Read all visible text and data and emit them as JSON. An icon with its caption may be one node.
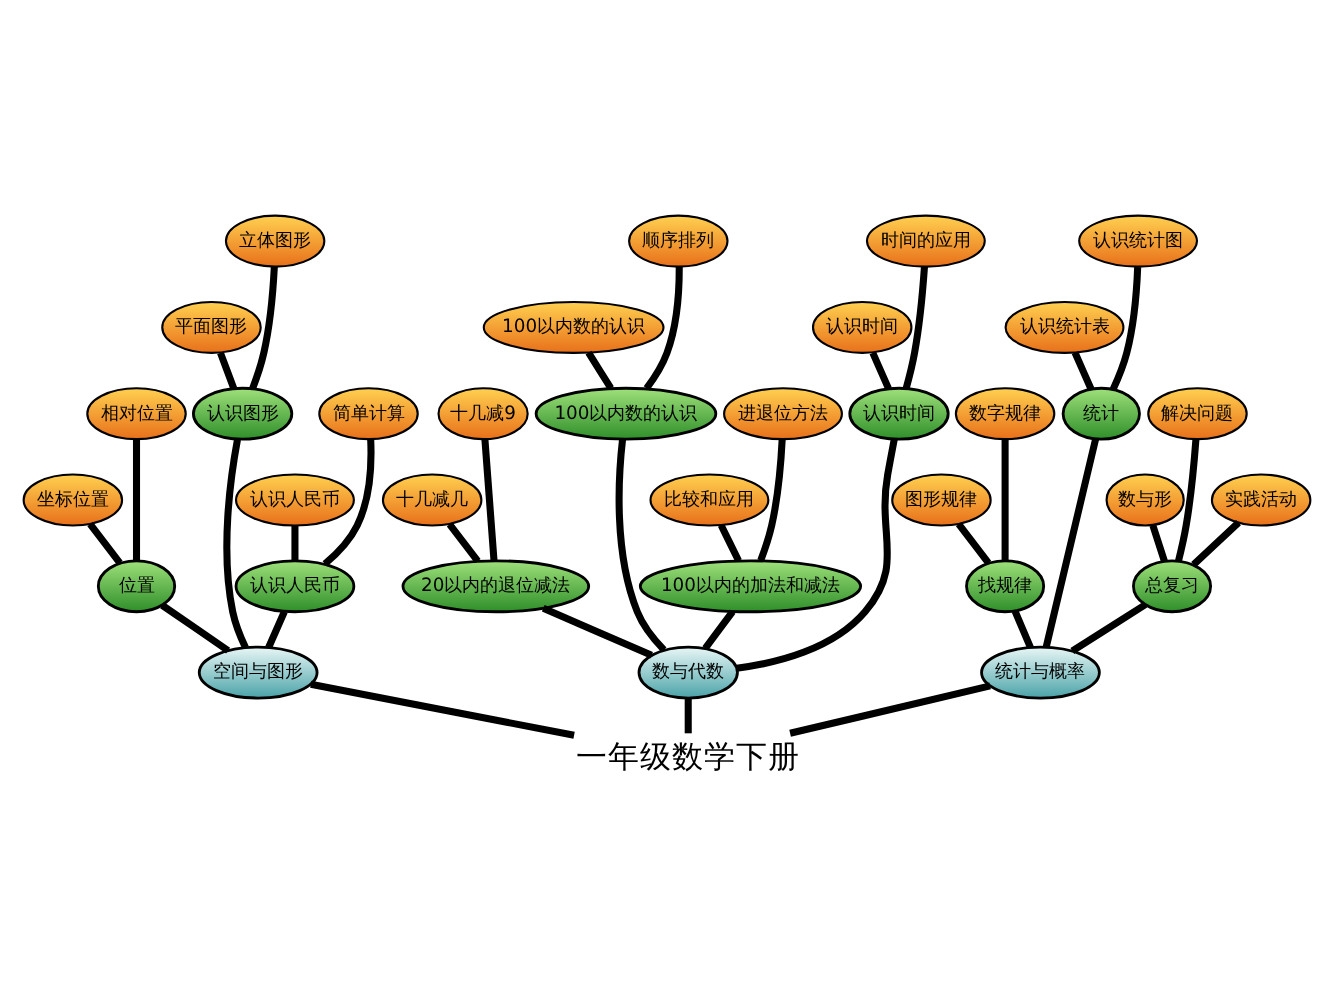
{
  "diagram": {
    "nodes": [
      {
        "text": [
          "一年级数学下册"
        ]
      },
      {
        "text": [
          "空间与图形"
        ]
      },
      {
        "text": [
          "数与代数"
        ]
      },
      {
        "text": [
          "统计与概率"
        ]
      },
      {
        "text": [
          "位置"
        ]
      },
      {
        "text": [
          "认识图形"
        ]
      },
      {
        "text": [
          "认识人民币"
        ]
      },
      {
        "text": [
          "坐标位置"
        ]
      },
      {
        "text": [
          "相对位置"
        ]
      },
      {
        "text": [
          "平面图形"
        ]
      },
      {
        "text": [
          "立体图形"
        ]
      },
      {
        "text": [
          "认识人民币"
        ]
      },
      {
        "text": [
          "简单计算"
        ]
      },
      {
        "text": [
          "20以内的退位减法"
        ]
      },
      {
        "text": [
          "100以内数的认识"
        ]
      },
      {
        "text": [
          "100以内的加法和减法"
        ]
      },
      {
        "text": [
          "认识时间"
        ]
      },
      {
        "text": [
          "十几减几"
        ]
      },
      {
        "text": [
          "十几减9"
        ]
      },
      {
        "text": [
          "100以内数的认识"
        ]
      },
      {
        "text": [
          "顺序排列"
        ]
      },
      {
        "text": [
          "比较和应用"
        ]
      },
      {
        "text": [
          "进退位方法"
        ]
      },
      {
        "text": [
          "认识时间"
        ]
      },
      {
        "text": [
          "时间的应用"
        ]
      },
      {
        "text": [
          "找规律"
        ]
      },
      {
        "text": [
          "统计"
        ]
      },
      {
        "text": [
          "总复习"
        ]
      },
      {
        "text": [
          "图形规律"
        ]
      },
      {
        "text": [
          "数字规律"
        ]
      },
      {
        "text": [
          "认识统计表"
        ]
      },
      {
        "text": [
          "认识统计图"
        ]
      },
      {
        "text": [
          "数与形"
        ]
      },
      {
        "text": [
          "解决问题"
        ]
      },
      {
        "text": [
          "实践活动"
        ]
      }
    ],
    "edges": [
      {
        "from": 0,
        "to": 1,
        "arrow": "none"
      },
      {
        "from": 0,
        "to": 2,
        "arrow": "none"
      },
      {
        "from": 0,
        "to": 3,
        "arrow": "none"
      },
      {
        "from": 1,
        "to": 4,
        "arrow": "none"
      },
      {
        "from": 1,
        "to": 5,
        "arrow": "none"
      },
      {
        "from": 1,
        "to": 6,
        "arrow": "none"
      },
      {
        "from": 4,
        "to": 7,
        "arrow": "none"
      },
      {
        "from": 4,
        "to": 8,
        "arrow": "none"
      },
      {
        "from": 5,
        "to": 9,
        "arrow": "none"
      },
      {
        "from": 5,
        "to": 10,
        "arrow": "none"
      },
      {
        "from": 6,
        "to": 11,
        "arrow": "none"
      },
      {
        "from": 6,
        "to": 12,
        "arrow": "none"
      },
      {
        "from": 2,
        "to": 13,
        "arrow": "none"
      },
      {
        "from": 2,
        "to": 14,
        "arrow": "none"
      },
      {
        "from": 2,
        "to": 15,
        "arrow": "none"
      },
      {
        "from": 2,
        "to": 16,
        "arrow": "none"
      },
      {
        "from": 13,
        "to": 17,
        "arrow": "none"
      },
      {
        "from": 13,
        "to": 18,
        "arrow": "none"
      },
      {
        "from": 14,
        "to": 19,
        "arrow": "none"
      },
      {
        "from": 14,
        "to": 20,
        "arrow": "none"
      },
      {
        "from": 15,
        "to": 21,
        "arrow": "none"
      },
      {
        "from": 15,
        "to": 22,
        "arrow": "none"
      },
      {
        "from": 16,
        "to": 23,
        "arrow": "none"
      },
      {
        "from": 16,
        "to": 24,
        "arrow": "none"
      },
      {
        "from": 3,
        "to": 25,
        "arrow": "none"
      },
      {
        "from": 3,
        "to": 26,
        "arrow": "none"
      },
      {
        "from": 3,
        "to": 27,
        "arrow": "none"
      },
      {
        "from": 25,
        "to": 28,
        "arrow": "none"
      },
      {
        "from": 25,
        "to": 29,
        "arrow": "none"
      },
      {
        "from": 26,
        "to": 30,
        "arrow": "none"
      },
      {
        "from": 26,
        "to": 31,
        "arrow": "none"
      },
      {
        "from": 27,
        "to": 32,
        "arrow": "none"
      },
      {
        "from": 27,
        "to": 33,
        "arrow": "none"
      },
      {
        "from": 27,
        "to": 34,
        "arrow": "none"
      }
    ]
  }
}
